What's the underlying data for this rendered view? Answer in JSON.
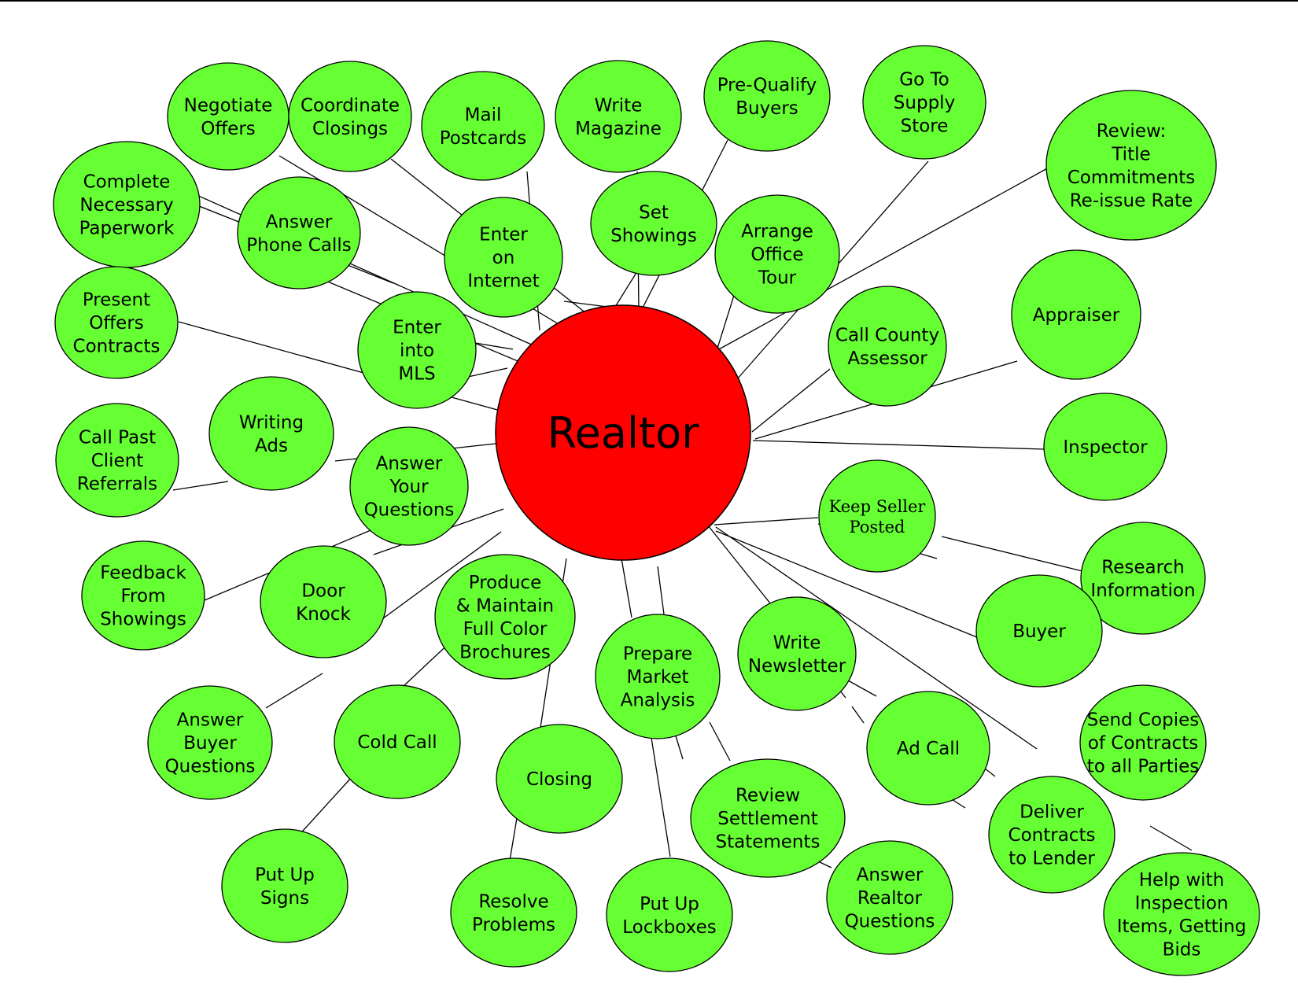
{
  "center": {
    "label": "Realtor",
    "color": "#ff0000"
  },
  "node_color": "#66ff33",
  "nodes": [
    {
      "id": "negotiate-offers",
      "lines": [
        "Negotiate",
        "Offers"
      ]
    },
    {
      "id": "coordinate-closings",
      "lines": [
        "Coordinate",
        "Closings"
      ]
    },
    {
      "id": "mail-postcards",
      "lines": [
        "Mail",
        "Postcards"
      ]
    },
    {
      "id": "write-magazine",
      "lines": [
        "Write",
        "Magazine"
      ]
    },
    {
      "id": "pre-qualify-buyers",
      "lines": [
        "Pre-Qualify",
        "Buyers"
      ]
    },
    {
      "id": "go-to-supply-store",
      "lines": [
        "Go To",
        "Supply",
        "Store"
      ]
    },
    {
      "id": "review-title-commitments",
      "lines": [
        "Review:",
        "Title",
        "Commitments",
        "Re-issue Rate"
      ]
    },
    {
      "id": "complete-necessary-paperwork",
      "lines": [
        "Complete",
        "Necessary",
        "Paperwork"
      ]
    },
    {
      "id": "answer-phone-calls",
      "lines": [
        "Answer",
        "Phone Calls"
      ]
    },
    {
      "id": "enter-on-internet",
      "lines": [
        "Enter",
        "on",
        "Internet"
      ]
    },
    {
      "id": "set-showings",
      "lines": [
        "Set",
        "Showings"
      ]
    },
    {
      "id": "arrange-office-tour",
      "lines": [
        "Arrange",
        "Office",
        "Tour"
      ]
    },
    {
      "id": "present-offers-contracts",
      "lines": [
        "Present",
        "Offers",
        "Contracts"
      ]
    },
    {
      "id": "enter-into-mls",
      "lines": [
        "Enter",
        "into",
        "MLS"
      ]
    },
    {
      "id": "call-county-assessor",
      "lines": [
        "Call County",
        "Assessor"
      ]
    },
    {
      "id": "appraiser",
      "lines": [
        "Appraiser"
      ]
    },
    {
      "id": "writing-ads",
      "lines": [
        "Writing",
        "Ads"
      ]
    },
    {
      "id": "call-past-client-referrals",
      "lines": [
        "Call Past",
        "Client",
        "Referrals"
      ]
    },
    {
      "id": "answer-your-questions",
      "lines": [
        "Answer",
        "Your",
        "Questions"
      ]
    },
    {
      "id": "inspector",
      "lines": [
        "Inspector"
      ]
    },
    {
      "id": "keep-seller-posted",
      "lines": [
        "Keep Seller",
        "Posted"
      ],
      "serif": true
    },
    {
      "id": "feedback-from-showings",
      "lines": [
        "Feedback",
        "From",
        "Showings"
      ]
    },
    {
      "id": "door-knock",
      "lines": [
        "Door",
        "Knock"
      ]
    },
    {
      "id": "produce-maintain-brochures",
      "lines": [
        "Produce",
        "& Maintain",
        "Full Color",
        "Brochures"
      ]
    },
    {
      "id": "research-information",
      "lines": [
        "Research",
        "Information"
      ]
    },
    {
      "id": "prepare-market-analysis",
      "lines": [
        "Prepare",
        "Market",
        "Analysis"
      ]
    },
    {
      "id": "write-newsletter",
      "lines": [
        "Write",
        "Newsletter"
      ]
    },
    {
      "id": "buyer",
      "lines": [
        "Buyer"
      ]
    },
    {
      "id": "answer-buyer-questions",
      "lines": [
        "Answer",
        "Buyer",
        "Questions"
      ]
    },
    {
      "id": "cold-call",
      "lines": [
        "Cold Call"
      ]
    },
    {
      "id": "send-copies-of-contracts",
      "lines": [
        "Send Copies",
        "of Contracts",
        "to all Parties"
      ]
    },
    {
      "id": "ad-call",
      "lines": [
        "Ad Call"
      ]
    },
    {
      "id": "closing",
      "lines": [
        "Closing"
      ]
    },
    {
      "id": "review-settlement-statements",
      "lines": [
        "Review",
        "Settlement",
        "Statements"
      ]
    },
    {
      "id": "deliver-contracts-to-lender",
      "lines": [
        "Deliver",
        "Contracts",
        "to Lender"
      ]
    },
    {
      "id": "put-up-signs",
      "lines": [
        "Put Up",
        "Signs"
      ]
    },
    {
      "id": "resolve-problems",
      "lines": [
        "Resolve",
        "Problems"
      ]
    },
    {
      "id": "put-up-lockboxes",
      "lines": [
        "Put Up",
        "Lockboxes"
      ]
    },
    {
      "id": "answer-realtor-questions",
      "lines": [
        "Answer",
        "Realtor",
        "Questions"
      ]
    },
    {
      "id": "help-with-inspection-items",
      "lines": [
        "Help with",
        "Inspection",
        "Items, Getting",
        "Bids"
      ]
    }
  ]
}
